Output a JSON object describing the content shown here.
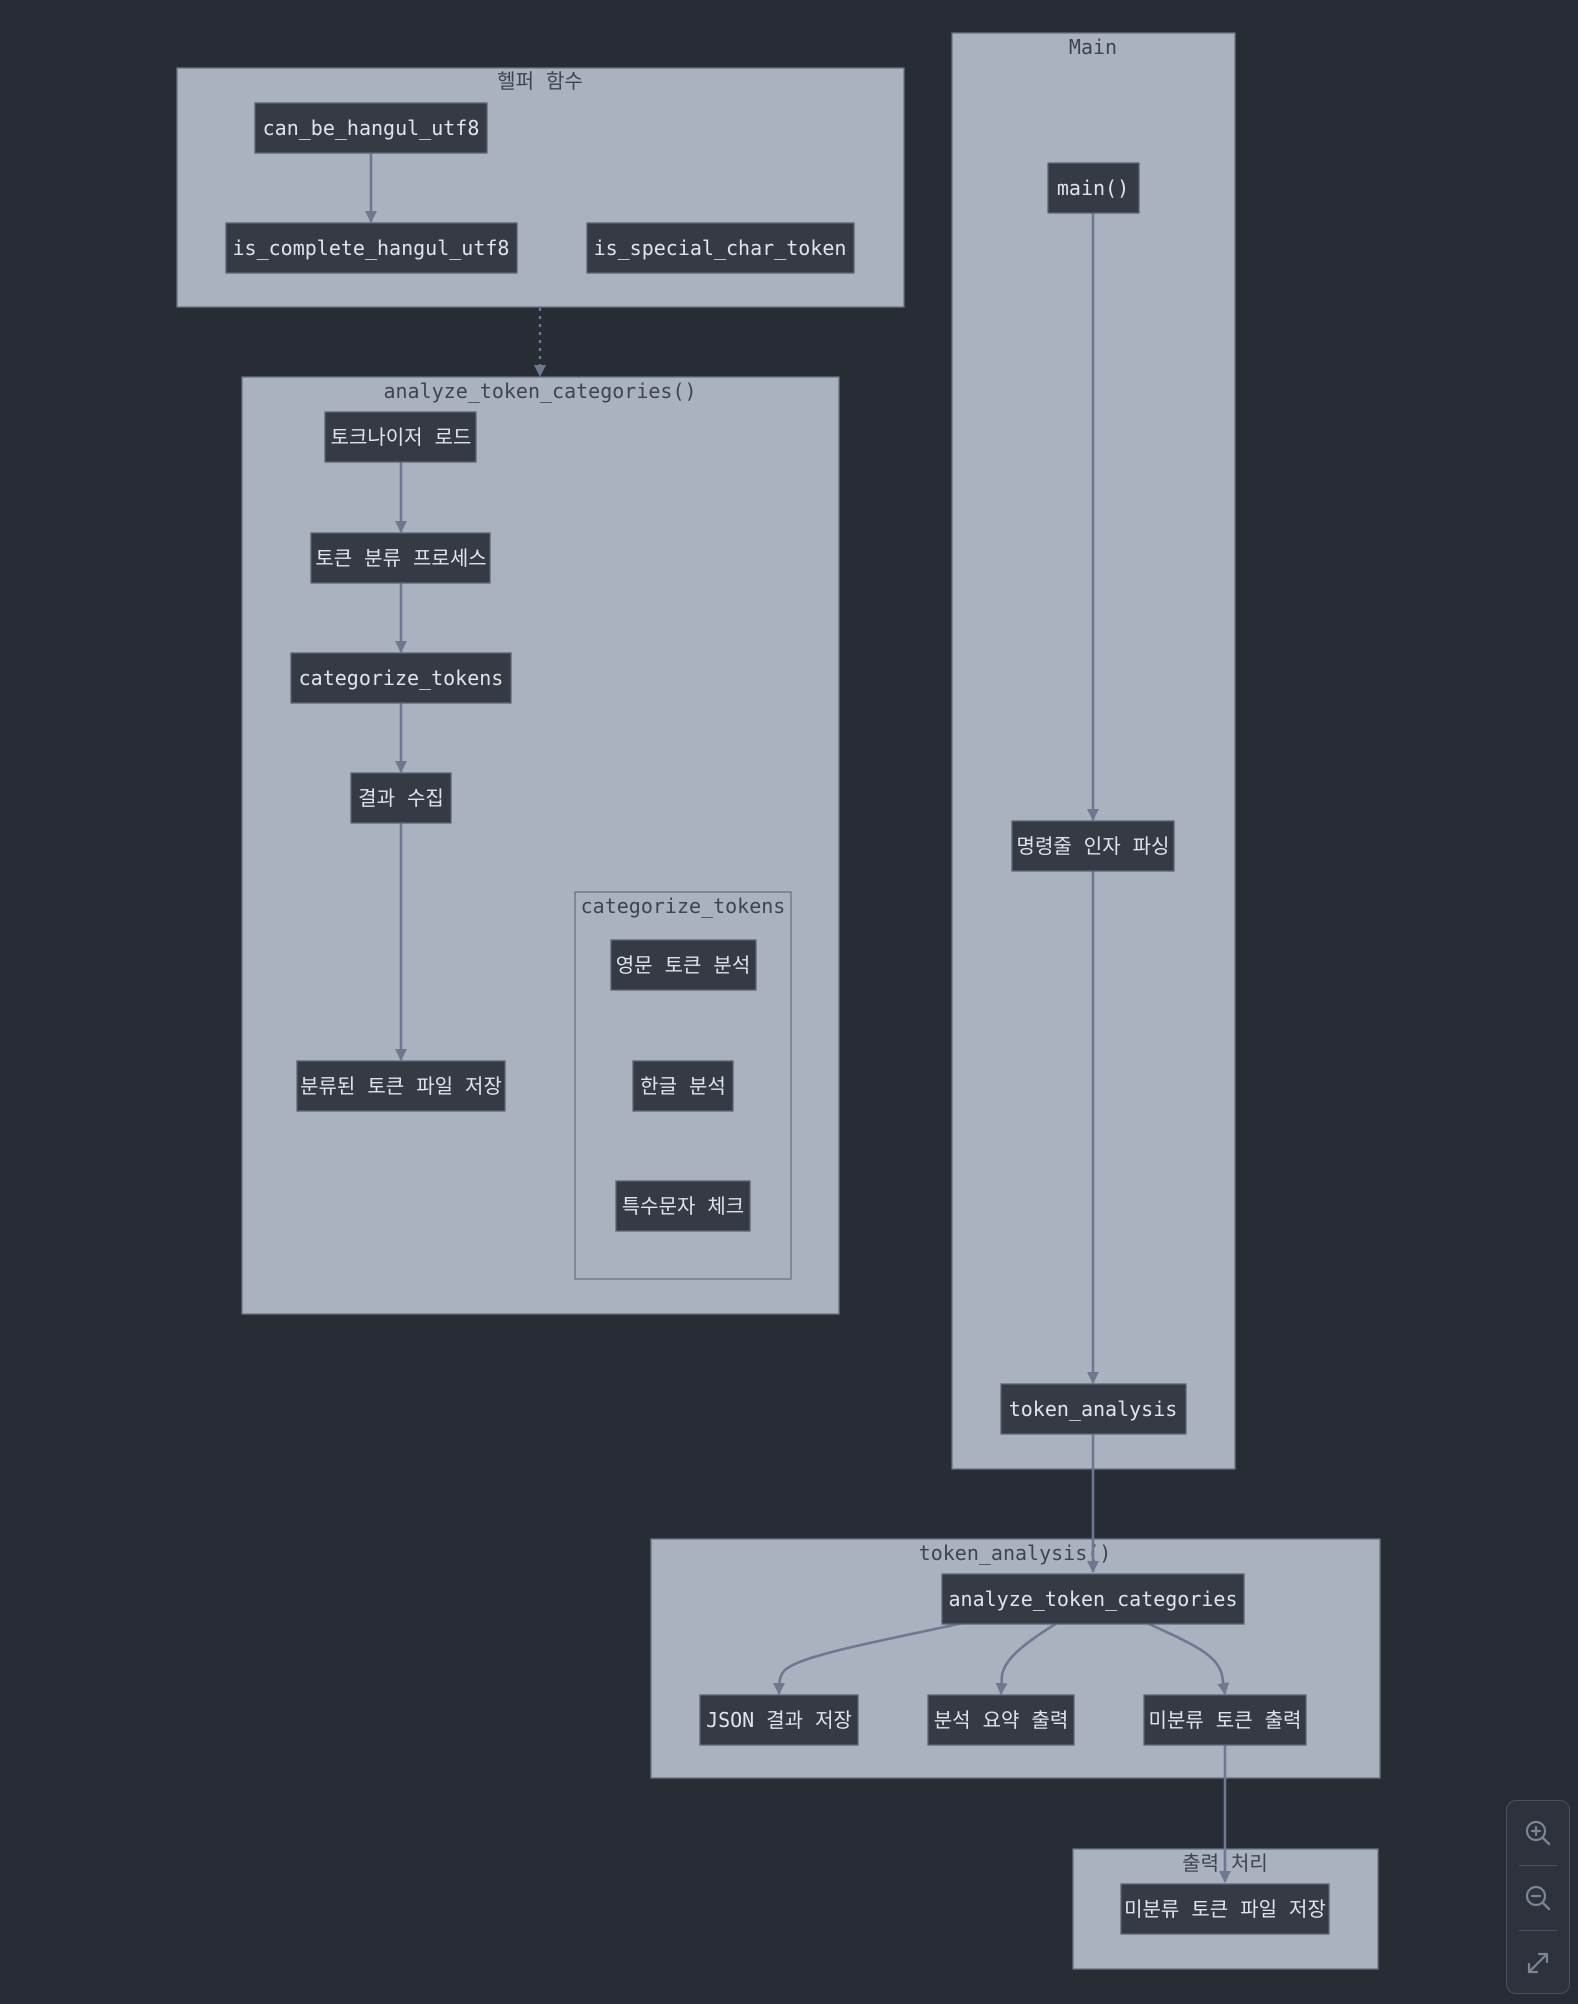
{
  "clusters": {
    "helpers": "헬퍼 함수",
    "main": "Main",
    "analyze": "analyze_token_categories()",
    "categorize": "categorize_tokens",
    "token_analysis": "token_analysis()",
    "output": "출력 처리"
  },
  "nodes": {
    "can_be_hangul_utf8": "can_be_hangul_utf8",
    "is_complete_hangul_utf8": "is_complete_hangul_utf8",
    "is_special_char_token": "is_special_char_token",
    "main_fn": "main()",
    "cli_parse": "명령줄 인자 파싱",
    "token_analysis_call": "token_analysis",
    "load_tokenizer": "토크나이저 로드",
    "classify_process": "토큰 분류 프로세스",
    "categorize_tokens_call": "categorize_tokens",
    "collect_results": "결과 수집",
    "save_classified": "분류된 토큰 파일 저장",
    "english_analysis": "영문 토큰 분석",
    "hangul_analysis": "한글 분석",
    "special_char_check": "특수문자 체크",
    "analyze_call": "analyze_token_categories",
    "save_json": "JSON 결과 저장",
    "print_summary": "분석 요약 출력",
    "print_unclassified": "미분류 토큰 출력",
    "save_unclassified": "미분류 토큰 파일 저장"
  },
  "colors": {
    "background": "#282c34",
    "cluster_fill": "#aab2bf",
    "node_fill": "#353a45",
    "edge": "#6e7891"
  },
  "controls": {
    "zoom_in": "zoom-in-icon",
    "zoom_out": "zoom-out-icon",
    "fit": "fit-screen-icon"
  }
}
